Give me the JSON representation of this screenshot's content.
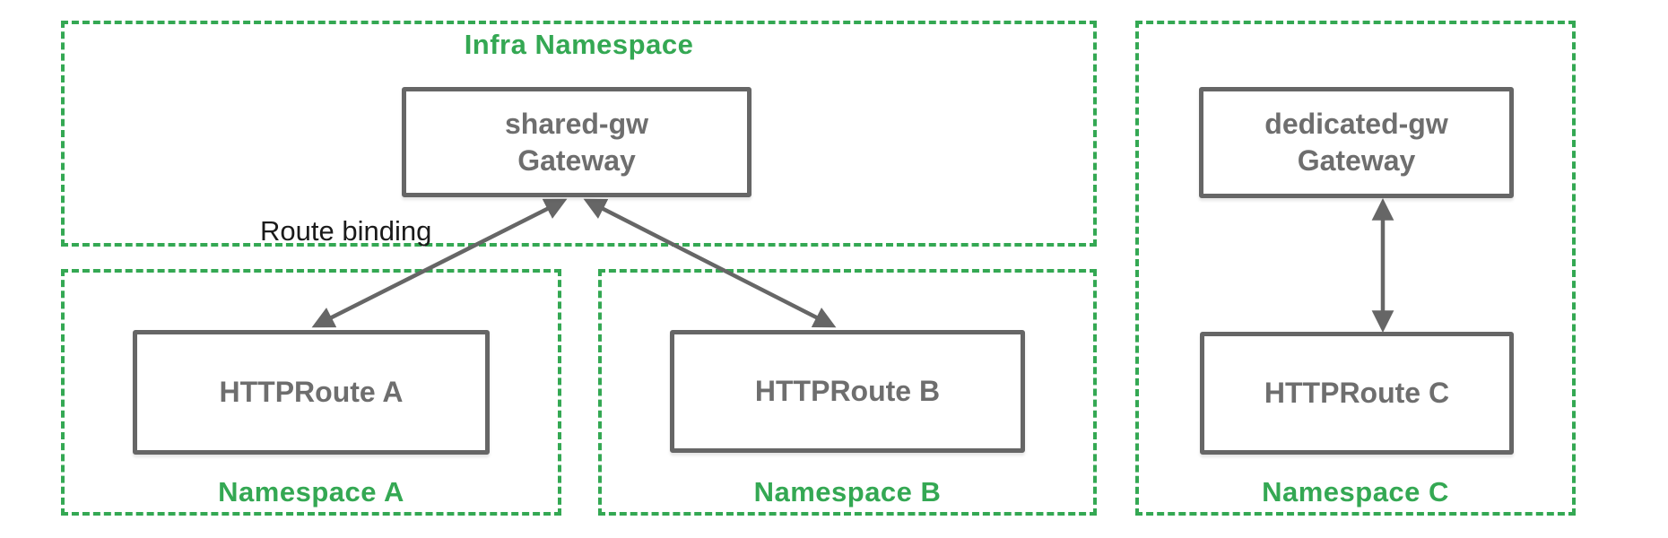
{
  "colors": {
    "namespace_green": "#34A853",
    "node_border_gray": "#666666",
    "node_text_gray": "#6E6E6E",
    "annotation_black": "#1A1A1A",
    "background": "#FFFFFF"
  },
  "infra_namespace": {
    "title": "Infra Namespace",
    "gateway": {
      "name": "shared-gw",
      "kind": "Gateway"
    }
  },
  "namespace_a": {
    "title": "Namespace A",
    "route": "HTTPRoute A"
  },
  "namespace_b": {
    "title": "Namespace B",
    "route": "HTTPRoute B"
  },
  "namespace_c": {
    "title": "Namespace C",
    "gateway": {
      "name": "dedicated-gw",
      "kind": "Gateway"
    },
    "route": "HTTPRoute C"
  },
  "annotations": {
    "route_binding": "Route binding"
  }
}
